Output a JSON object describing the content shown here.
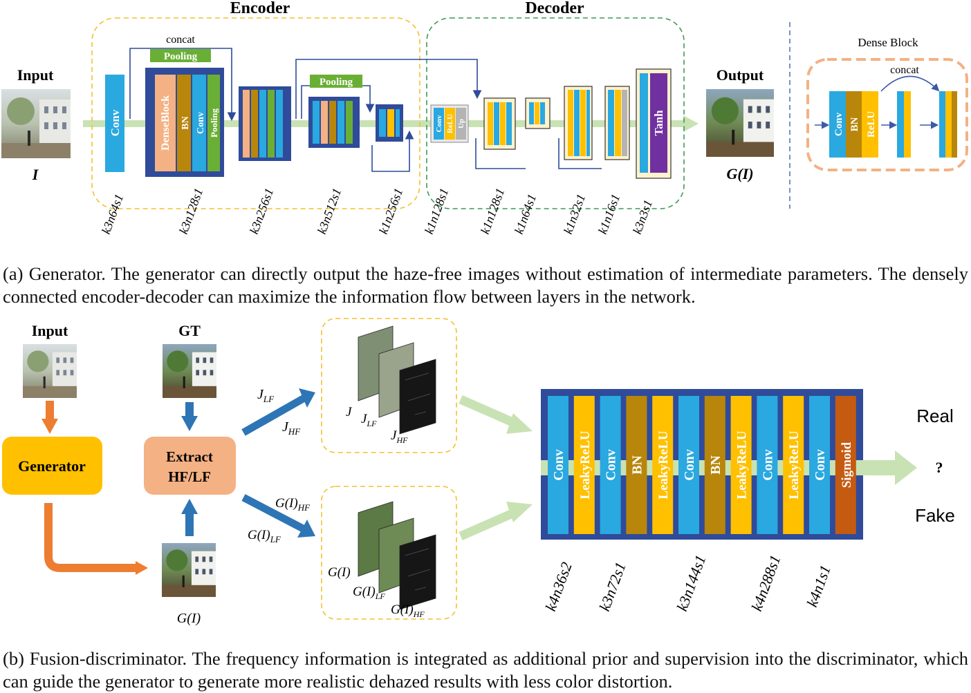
{
  "generator": {
    "encoder_title": "Encoder",
    "decoder_title": "Decoder",
    "input_label": "Input",
    "input_symbol": "I",
    "output_label": "Output",
    "output_symbol": "G(I)",
    "concat_label": "concat",
    "pooling_label_1": "Pooling",
    "pooling_label_2": "Pooling",
    "blocks": {
      "conv": "Conv",
      "denseblock": "DenseBlock",
      "bn": "BN",
      "conv2": "Conv",
      "pooling_v": "Pooling",
      "up_conv": "Conv",
      "up_relu": "ReLU",
      "up_up": "Up",
      "tanh": "Tanh"
    },
    "layer_params": [
      "k3n64s1",
      "k3n128s1",
      "k3n256s1",
      "k3n512s1",
      "k1n256s1",
      "k1n128s1",
      "k1n128s1",
      "k1n64s1",
      "k1n32s1",
      "k1n16s1",
      "k3n3s1"
    ],
    "dense_block": {
      "title": "Dense Block",
      "concat_label": "concat",
      "conv": "Conv",
      "bn": "BN",
      "relu": "ReLU"
    },
    "caption": "(a) Generator. The generator can directly output the haze-free images without estimation of intermediate parameters. The densely connected encoder-decoder can maximize the information flow between layers in the network."
  },
  "discriminator": {
    "input_label": "Input",
    "gt_label": "GT",
    "generator_box": "Generator",
    "extract_line1": "Extract",
    "extract_line2": "HF/LF",
    "gi_label": "G(I)",
    "j_lf": "J",
    "j_lf_sub": "LF",
    "j_hf": "J",
    "j_hf_sub": "HF",
    "gi_hf": "G(I)",
    "gi_hf_sub": "HF",
    "gi_lf": "G(I)",
    "gi_lf_sub": "LF",
    "stack_top": {
      "j": "J",
      "jlf": "J",
      "jlf_sub": "LF",
      "jhf": "J",
      "jhf_sub": "HF"
    },
    "stack_bottom": {
      "gi": "G(I)",
      "gilf": "G(I)",
      "gilf_sub": "LF",
      "gihf": "G(I)",
      "gihf_sub": "HF"
    },
    "layers": [
      "Conv",
      "LeakyReLU",
      "Conv",
      "BN",
      "LeakyReLU",
      "Conv",
      "BN",
      "LeakyReLU",
      "Conv",
      "LeakyReLU",
      "Conv",
      "Sigmoid"
    ],
    "real_label": "Real",
    "question": "?",
    "fake_label": "Fake",
    "layer_params": [
      "k4n36s2",
      "k3n72s1",
      "k3n144s1",
      "k4n288s1",
      "k4n1s1"
    ],
    "caption": "(b) Fusion-discriminator. The frequency information is integrated as additional prior and supervision into the discriminator, which can guide the generator to generate more realistic dehazed results with less color distortion."
  },
  "colors": {
    "conv": "#2AA8E0",
    "bn": "#B8860B",
    "relu": "#FFC000",
    "pooling": "#6AAF35",
    "dense_fill": "#F4B183",
    "navy": "#2F4B9A",
    "tanh": "#7030A0",
    "sigmoid": "#C55A11",
    "flow": "#C9E2B3",
    "arrow_blue": "#2E75B6",
    "arrow_orange": "#ED7D31",
    "generator_box": "#FFC000",
    "extract_box": "#F4B183",
    "encoder_dash": "#F2C12E",
    "decoder_dash": "#3A9A56",
    "gray": "#B4B4B4",
    "grid_cream": "#FFF2CC"
  }
}
